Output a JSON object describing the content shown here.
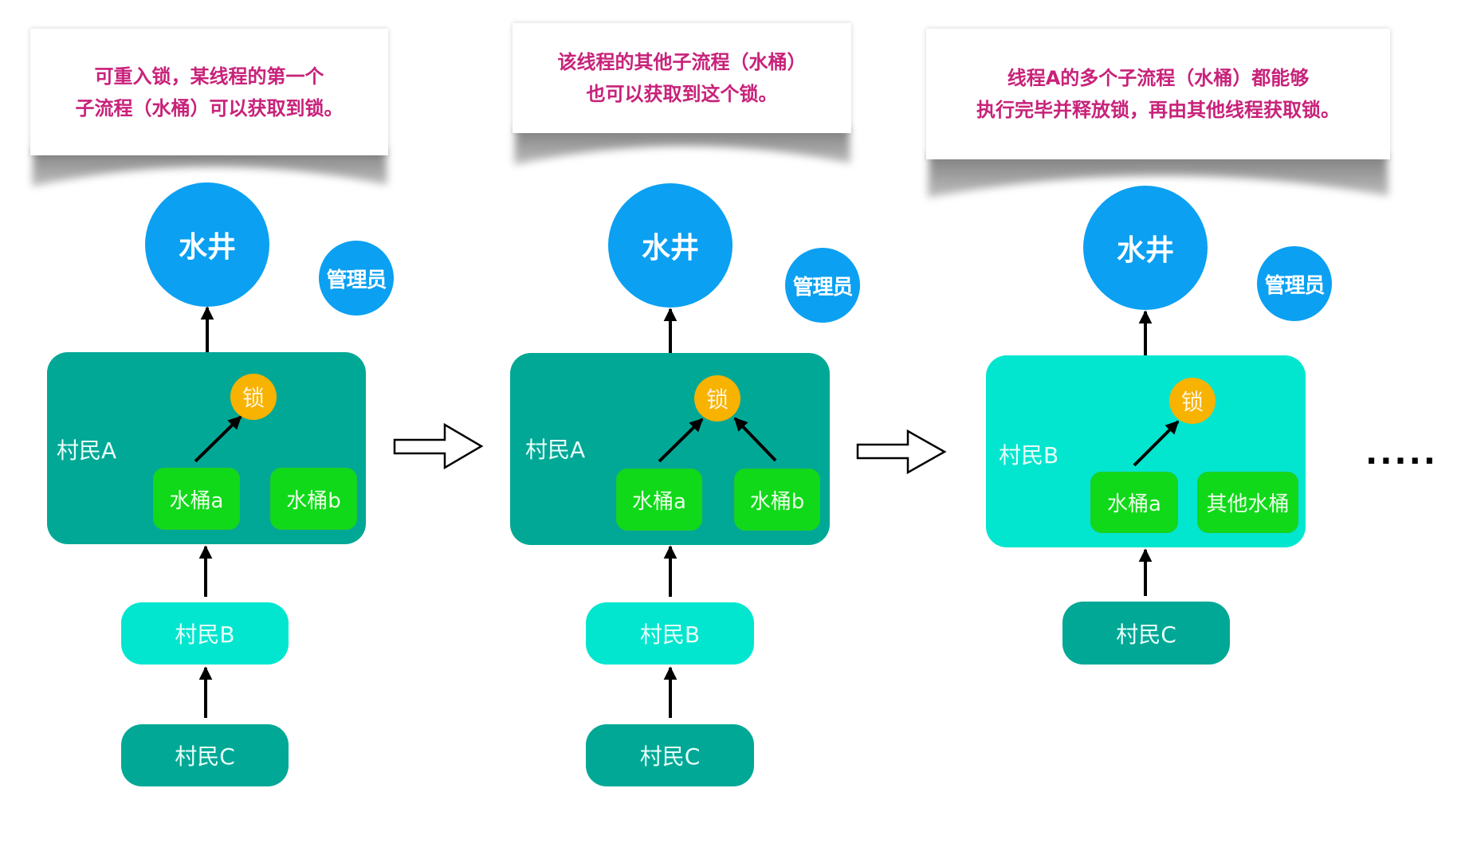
{
  "colors": {
    "caption_text": "#c8227a",
    "well_blue": "#0ba0f2",
    "lock_orange": "#f8b200",
    "villager_dark": "#02a896",
    "villager_light": "#02e6cf",
    "bucket_green": "#10d91a"
  },
  "panels": [
    {
      "caption": [
        "可重入锁，某线程的第一个",
        "子流程（水桶）可以获取到锁。"
      ],
      "well": "水井",
      "admin": "管理员",
      "holder": {
        "label": "村民A",
        "style": "dark"
      },
      "lock": "锁",
      "buckets": [
        "水桶a",
        "水桶b"
      ],
      "buckets_holding_lock": [
        0
      ],
      "queue": [
        {
          "label": "村民B",
          "style": "light"
        },
        {
          "label": "村民C",
          "style": "dark"
        }
      ]
    },
    {
      "caption": [
        "该线程的其他子流程（水桶）",
        "也可以获取到这个锁。"
      ],
      "well": "水井",
      "admin": "管理员",
      "holder": {
        "label": "村民A",
        "style": "dark"
      },
      "lock": "锁",
      "buckets": [
        "水桶a",
        "水桶b"
      ],
      "buckets_holding_lock": [
        0,
        1
      ],
      "queue": [
        {
          "label": "村民B",
          "style": "light"
        },
        {
          "label": "村民C",
          "style": "dark"
        }
      ]
    },
    {
      "caption": [
        "线程A的多个子流程（水桶）都能够",
        "执行完毕并释放锁，再由其他线程获取锁。"
      ],
      "well": "水井",
      "admin": "管理员",
      "holder": {
        "label": "村民B",
        "style": "light"
      },
      "lock": "锁",
      "buckets": [
        "水桶a",
        "其他水桶"
      ],
      "buckets_holding_lock": [
        0
      ],
      "queue": [
        {
          "label": "村民C",
          "style": "dark"
        }
      ]
    }
  ],
  "transition_arrows": [
    "step-1-to-2",
    "step-2-to-3"
  ],
  "continuation": "....."
}
